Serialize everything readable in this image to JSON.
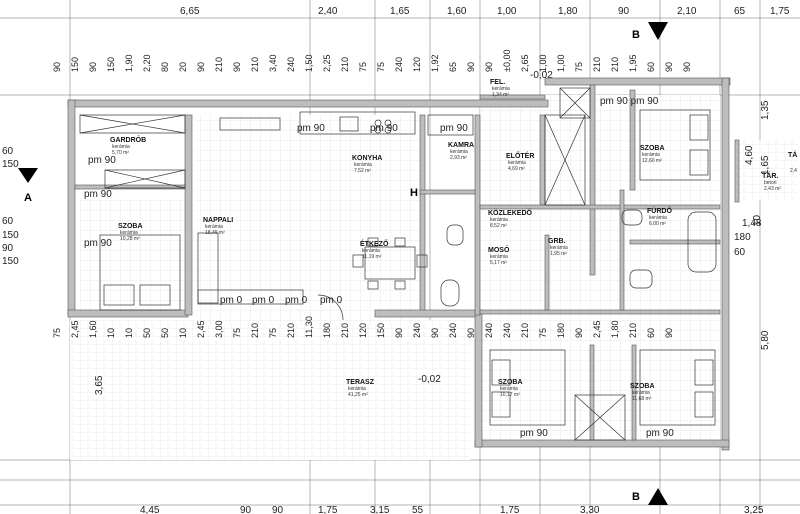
{
  "dimensions": {
    "top": [
      "6,65",
      "2,40",
      "1,65",
      "1,60",
      "1,00",
      "1,80",
      "90",
      "2,10",
      "65",
      "1,75"
    ],
    "bottom": [
      "4,45",
      "90",
      "90",
      "1,75",
      "3,15",
      "55",
      "1,75",
      "3,30",
      "3,25"
    ],
    "left": [
      "60",
      "150",
      "60",
      "150",
      "90",
      "150",
      "3,65"
    ],
    "right": [
      "1,35",
      "4,60",
      "1,65",
      "1,48",
      "10",
      "180",
      "60",
      "5,80"
    ],
    "interior": [
      "90",
      "150",
      "90",
      "150",
      "1,90",
      "2,20",
      "80",
      "20",
      "90",
      "210",
      "90",
      "210",
      "3,40",
      "240",
      "1,50",
      "2,25",
      "210",
      "75",
      "75",
      "240",
      "120",
      "1,92",
      "65",
      "90",
      "90",
      "±0,00",
      "2,65",
      "1,00",
      "1,00",
      "75",
      "210",
      "210",
      "1,95",
      "60",
      "90",
      "90",
      "75",
      "2,45",
      "1,60",
      "10",
      "10",
      "50",
      "50",
      "10",
      "2,45",
      "3,00",
      "75",
      "210",
      "75",
      "210",
      "11,30",
      "180",
      "210",
      "120",
      "150",
      "90",
      "240",
      "90",
      "240",
      "90",
      "240",
      "240",
      "210",
      "75",
      "180",
      "90",
      "2,45",
      "1,80",
      "210",
      "60",
      "90"
    ]
  },
  "rooms": {
    "gardrob": {
      "name": "GARDRÓB",
      "floor": "kerámia",
      "area": "5,70 m²"
    },
    "szoba1": {
      "name": "SZOBA",
      "floor": "kerámia",
      "area": "10,28 m²"
    },
    "nappali": {
      "name": "NAPPALI",
      "floor": "kerámia",
      "area": "18,49 m²"
    },
    "konyha": {
      "name": "KONYHA",
      "floor": "kerámia",
      "area": "7,52 m²"
    },
    "etkezo": {
      "name": "ÉTKEZŐ",
      "floor": "kerámia",
      "area": "11,19 m²"
    },
    "kamra": {
      "name": "KAMRA",
      "floor": "kerámia",
      "area": "2,93 m²"
    },
    "fel": {
      "name": "FEL.",
      "floor": "kerámia",
      "area": "1,34 m²"
    },
    "eloter": {
      "name": "ELŐTÉR",
      "floor": "kerámia",
      "area": "4,69 m²"
    },
    "kozlekedo": {
      "name": "KÖZLEKEDŐ",
      "floor": "kerámia",
      "area": "8,52 m²"
    },
    "moso": {
      "name": "MOSÓ",
      "floor": "kerámia",
      "area": "5,17 m²"
    },
    "grb": {
      "name": "GRB.",
      "floor": "kerámia",
      "area": "1,95 m²"
    },
    "szoba2": {
      "name": "SZOBA",
      "floor": "kerámia",
      "area": "12,60 m²"
    },
    "furdo": {
      "name": "FÜRDŐ",
      "floor": "kerámia",
      "area": "6,00 m²"
    },
    "tar": {
      "name": "TÁR.",
      "floor": "beton",
      "area": "2,43 m²"
    },
    "szoba3": {
      "name": "SZOBA",
      "floor": "kerámia",
      "area": "10,17 m²"
    },
    "szoba4": {
      "name": "SZOBA",
      "floor": "kerámia",
      "area": "11,68 m²"
    },
    "terasz": {
      "name": "TERASZ",
      "floor": "kerámia",
      "area": "41,25 m²"
    }
  },
  "labels": {
    "pm": [
      "pm 90",
      "pm 90",
      "pm 90",
      "pm 90",
      "pm 90 pm 90",
      "pm 90",
      "pm 90",
      "pm 90",
      "pm 90",
      "pm 0",
      "pm 0",
      "pm 0",
      "pm 0"
    ],
    "levels": [
      "-0,02",
      "-0,02"
    ],
    "section_a": "A",
    "section_b": "B",
    "h_mark": "H",
    "tar_right": "TÁ",
    "tar_right_dim": "2,4"
  }
}
